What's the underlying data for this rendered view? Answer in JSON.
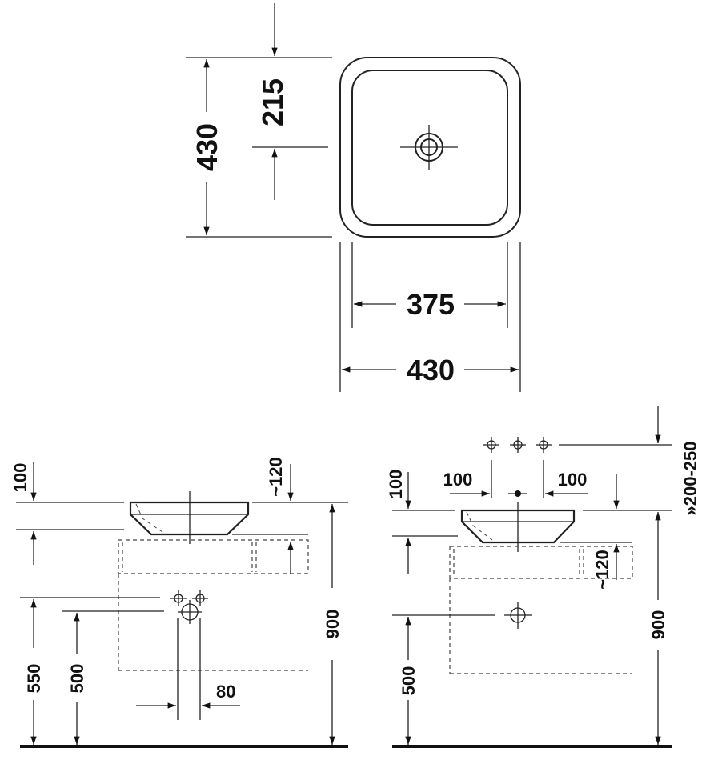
{
  "top_view": {
    "height_outer": "430",
    "drain_offset": "215",
    "width_inner": "375",
    "width_outer": "430"
  },
  "side_view_left": {
    "bowl_height": "100",
    "rim_depth": "~120",
    "counter_height": "900",
    "supply_height": "550",
    "drain_height": "500",
    "supply_spacing": "80"
  },
  "side_view_right": {
    "bowl_height": "100",
    "tap_spacing_left": "100",
    "tap_spacing_right": "100",
    "tap_height": "»200-250",
    "rim_depth": "~120",
    "counter_height": "900",
    "drain_height": "500"
  },
  "colors": {
    "line": "#222222",
    "background": "#ffffff"
  }
}
